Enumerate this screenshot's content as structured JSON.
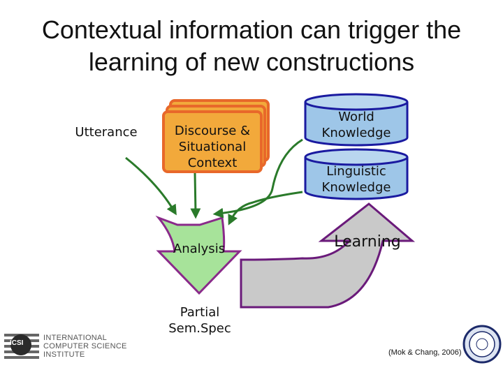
{
  "title": {
    "line1": "Contextual information can trigger the",
    "line2": "learning of new constructions"
  },
  "nodes": {
    "utterance": "Utterance",
    "context_line1": "Discourse &",
    "context_line2": "Situational",
    "context_line3": "Context",
    "world_line1": "World",
    "world_line2": "Knowledge",
    "linguistic_line1": "Linguistic",
    "linguistic_line2": "Knowledge",
    "analysis": "Analysis",
    "learning": "Learning",
    "partial_line1": "Partial",
    "partial_line2": "Sem.Spec"
  },
  "footer": {
    "logo_line1": "INTERNATIONAL",
    "logo_line2": "COMPUTER SCIENCE",
    "logo_line3": "INSTITUTE",
    "logo_mark": "ICSI",
    "citation": "(Mok & Chang, 2006)"
  },
  "colors": {
    "context_fill": "#f2a93b",
    "context_stroke": "#e8682a",
    "db_fill": "#9ec6e8",
    "db_stroke": "#1a1aa0",
    "analysis_fill": "#a7e39a",
    "analysis_stroke": "#8a2a8a",
    "learning_fill": "#c9c9c9",
    "learning_stroke": "#6a1a7a",
    "connector": "#2a7a2a"
  }
}
